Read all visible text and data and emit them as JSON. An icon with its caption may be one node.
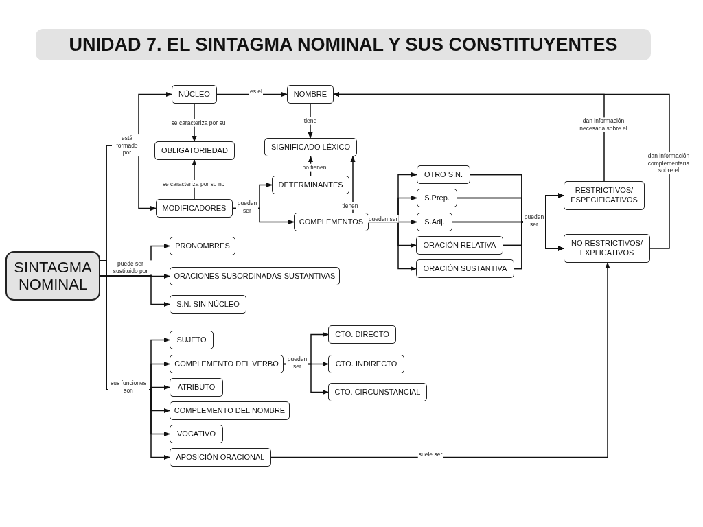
{
  "diagram": {
    "title": "UNIDAD 7. EL SINTAGMA NOMINAL Y SUS CONSTITUYENTES",
    "nodes": [
      {
        "text": [
          "SINTAGMA NOMINAL"
        ]
      },
      {
        "text": [
          "NÚCLEO"
        ]
      },
      {
        "text": [
          "NOMBRE"
        ]
      },
      {
        "text": [
          "OBLIGATORIEDAD"
        ]
      },
      {
        "text": [
          "SIGNIFICADO LÉXICO"
        ]
      },
      {
        "text": [
          "DETERMINANTES"
        ]
      },
      {
        "text": [
          "MODIFICADORES"
        ]
      },
      {
        "text": [
          "COMPLEMENTOS"
        ]
      },
      {
        "text": [
          "OTRO S.N."
        ]
      },
      {
        "text": [
          "S.Prep."
        ]
      },
      {
        "text": [
          "S.Adj."
        ]
      },
      {
        "text": [
          "ORACIÓN RELATIVA"
        ]
      },
      {
        "text": [
          "ORACIÓN SUSTANTIVA"
        ]
      },
      {
        "text": [
          "RESTRICTIVOS/ ESPECIFICATIVOS"
        ]
      },
      {
        "text": [
          "NO RESTRICTIVOS/ EXPLICATIVOS"
        ]
      },
      {
        "text": [
          "PRONOMBRES"
        ]
      },
      {
        "text": [
          "ORACIONES SUBORDINADAS SUSTANTIVAS"
        ]
      },
      {
        "text": [
          "S.N. SIN NÚCLEO"
        ]
      },
      {
        "text": [
          "SUJETO"
        ]
      },
      {
        "text": [
          "COMPLEMENTO DEL VERBO"
        ]
      },
      {
        "text": [
          "ATRIBUTO"
        ]
      },
      {
        "text": [
          "COMPLEMENTO DEL NOMBRE"
        ]
      },
      {
        "text": [
          "VOCATIVO"
        ]
      },
      {
        "text": [
          "APOSICIÓN ORACIONAL"
        ]
      },
      {
        "text": [
          "CTO. DIRECTO"
        ]
      },
      {
        "text": [
          "CTO. INDIRECTO"
        ]
      },
      {
        "text": [
          "CTO. CIRCUNSTANCIAL"
        ]
      }
    ],
    "edges": [
      {
        "from": 0,
        "to": 1,
        "arrow": "to",
        "label": "está formado por"
      },
      {
        "from": 0,
        "to": 6,
        "arrow": "to"
      },
      {
        "from": 1,
        "to": 2,
        "arrow": "to",
        "label": "es el"
      },
      {
        "from": 1,
        "to": 3,
        "arrow": "to",
        "label": "se caracteriza por su"
      },
      {
        "from": 6,
        "to": 3,
        "arrow": "to",
        "label": "se caracteriza por su no"
      },
      {
        "from": 2,
        "to": 4,
        "arrow": "to",
        "label": "tiene"
      },
      {
        "from": 5,
        "to": 4,
        "arrow": "to",
        "label": "no tienen"
      },
      {
        "from": 7,
        "to": 4,
        "arrow": "to",
        "label": "tienen"
      },
      {
        "from": 6,
        "to": 5,
        "arrow": "to",
        "label": "pueden ser"
      },
      {
        "from": 6,
        "to": 7,
        "arrow": "to"
      },
      {
        "from": 7,
        "to": 8,
        "arrow": "to",
        "label": "pueden ser"
      },
      {
        "from": 7,
        "to": 9,
        "arrow": "to"
      },
      {
        "from": 7,
        "to": 10,
        "arrow": "to"
      },
      {
        "from": 7,
        "to": 11,
        "arrow": "to"
      },
      {
        "from": 7,
        "to": 12,
        "arrow": "to"
      },
      {
        "from": 8,
        "to": 13,
        "arrow": "to",
        "label": "pueden ser"
      },
      {
        "from": 8,
        "to": 14,
        "arrow": "to"
      },
      {
        "from": 9,
        "to": 13,
        "arrow": "to"
      },
      {
        "from": 9,
        "to": 14,
        "arrow": "to"
      },
      {
        "from": 10,
        "to": 13,
        "arrow": "to"
      },
      {
        "from": 10,
        "to": 14,
        "arrow": "to"
      },
      {
        "from": 11,
        "to": 13,
        "arrow": "to"
      },
      {
        "from": 11,
        "to": 14,
        "arrow": "to"
      },
      {
        "from": 12,
        "to": 13,
        "arrow": "to"
      },
      {
        "from": 12,
        "to": 14,
        "arrow": "to"
      },
      {
        "from": 13,
        "to": 2,
        "arrow": "to",
        "label": "dan información necesaria sobre el"
      },
      {
        "from": 14,
        "to": 2,
        "arrow": "to",
        "label": "dan información complementaria sobre el"
      },
      {
        "from": 0,
        "to": 15,
        "arrow": "to",
        "label": "puede ser sustituido por"
      },
      {
        "from": 0,
        "to": 16,
        "arrow": "to"
      },
      {
        "from": 0,
        "to": 17,
        "arrow": "to"
      },
      {
        "from": 0,
        "to": 18,
        "arrow": "to",
        "label": "sus funciones son"
      },
      {
        "from": 0,
        "to": 19,
        "arrow": "to"
      },
      {
        "from": 0,
        "to": 20,
        "arrow": "to"
      },
      {
        "from": 0,
        "to": 21,
        "arrow": "to"
      },
      {
        "from": 0,
        "to": 22,
        "arrow": "to"
      },
      {
        "from": 0,
        "to": 23,
        "arrow": "to"
      },
      {
        "from": 19,
        "to": 24,
        "arrow": "to",
        "label": "pueden ser"
      },
      {
        "from": 19,
        "to": 25,
        "arrow": "to"
      },
      {
        "from": 19,
        "to": 26,
        "arrow": "to"
      },
      {
        "from": 23,
        "to": 14,
        "arrow": "to",
        "label": "suele ser"
      }
    ]
  }
}
